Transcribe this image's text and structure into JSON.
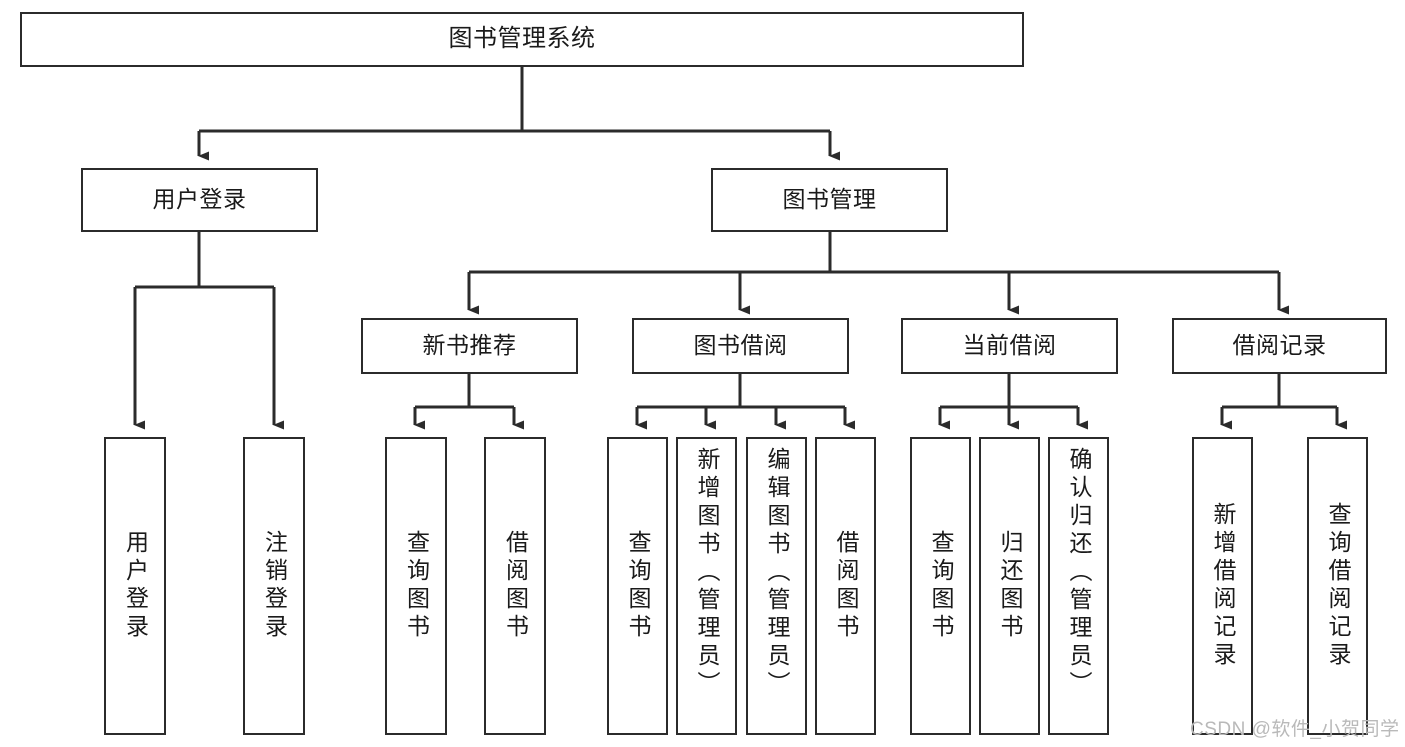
{
  "diagram": {
    "title": "图书管理系统",
    "type": "功能结构图",
    "watermark": "CSDN @软件_小贺同学",
    "colors": {
      "stroke": "#2b2b2b",
      "fill": "#ffffff",
      "text": "#1a1a1a",
      "watermark": "#b9b9b9",
      "background": "#ffffff"
    }
  },
  "nodes": {
    "root": {
      "label": "图书管理系统"
    },
    "level1": [
      {
        "id": "user-login",
        "label": "用户登录"
      },
      {
        "id": "book-management",
        "label": "图书管理"
      }
    ],
    "level2": [
      {
        "id": "new-book-recommend",
        "label": "新书推荐"
      },
      {
        "id": "book-borrow",
        "label": "图书借阅"
      },
      {
        "id": "current-borrow",
        "label": "当前借阅"
      },
      {
        "id": "borrow-record",
        "label": "借阅记录"
      }
    ],
    "leaves": {
      "user-login": [
        {
          "id": "leaf-user-login",
          "label": "用户登录"
        },
        {
          "id": "leaf-logout-login",
          "label": "注销登录"
        }
      ],
      "new-book-recommend": [
        {
          "id": "leaf-query-book-1",
          "label": "查询图书"
        },
        {
          "id": "leaf-borrow-book-1",
          "label": "借阅图书"
        }
      ],
      "book-borrow": [
        {
          "id": "leaf-query-book-2",
          "label": "查询图书"
        },
        {
          "id": "leaf-add-book",
          "label": "新增图书（管理员）"
        },
        {
          "id": "leaf-edit-book",
          "label": "编辑图书（管理员）"
        },
        {
          "id": "leaf-borrow-book-2",
          "label": "借阅图书"
        }
      ],
      "current-borrow": [
        {
          "id": "leaf-query-book-3",
          "label": "查询图书"
        },
        {
          "id": "leaf-return-book",
          "label": "归还图书"
        },
        {
          "id": "leaf-confirm-return",
          "label": "确认归还（管理员）"
        }
      ],
      "borrow-record": [
        {
          "id": "leaf-add-record",
          "label": "新增借阅记录"
        },
        {
          "id": "leaf-query-record",
          "label": "查询借阅记录"
        }
      ]
    }
  }
}
